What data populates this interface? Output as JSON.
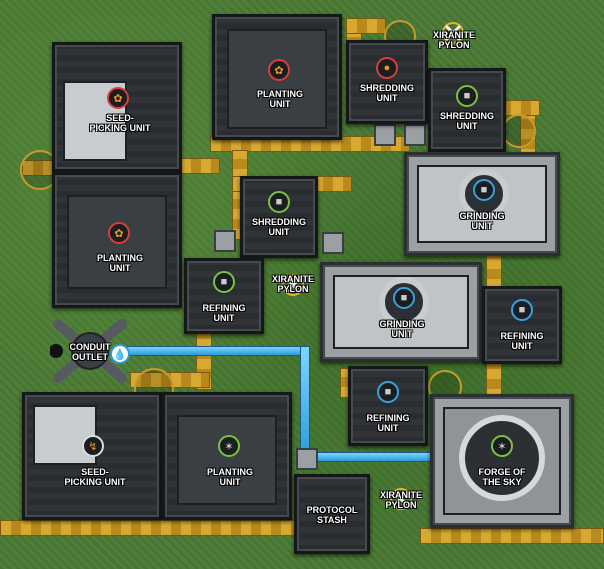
{
  "buildings": {
    "seed_picking_1": {
      "label": "SEED-\nPICKING UNIT",
      "icon": "seed-icon"
    },
    "planting_1": {
      "label": "PLANTING\nUNIT",
      "icon": "sprout-icon"
    },
    "planting_top": {
      "label": "PLANTING\nUNIT",
      "icon": "sprout-icon"
    },
    "shredding_1": {
      "label": "SHREDDING\nUNIT",
      "icon": "ore-icon"
    },
    "shredding_2": {
      "label": "SHREDDING\nUNIT",
      "icon": "ore-icon"
    },
    "shredding_mid": {
      "label": "SHREDDING\nUNIT",
      "icon": "ore-icon"
    },
    "grinding_1": {
      "label": "GRINDING\nUNIT",
      "icon": "cube-icon"
    },
    "grinding_2": {
      "label": "GRINDING\nUNIT",
      "icon": "cube-icon"
    },
    "refining_1": {
      "label": "REFINING\nUNIT",
      "icon": "cube-icon"
    },
    "refining_2": {
      "label": "REFINING\nUNIT",
      "icon": "cube-icon"
    },
    "refining_3": {
      "label": "REFINING\nUNIT",
      "icon": "cube-icon"
    },
    "seed_picking_2": {
      "label": "SEED-\nPICKING UNIT",
      "icon": "seed-icon"
    },
    "planting_2": {
      "label": "PLANTING\nUNIT",
      "icon": "sprout-icon"
    },
    "forge": {
      "label": "FORGE OF\nTHE SKY",
      "icon": "sprout-icon"
    },
    "protocol_stash": {
      "label": "PROTOCOL\nSTASH"
    }
  },
  "pylons": {
    "top": "XIRANITE\nPYLON",
    "middle": "XIRANITE\nPYLON",
    "bottom": "XIRANITE\nPYLON"
  },
  "conduit_outlet": {
    "label": "CONDUIT\nOUTLET",
    "icon": "water-drop-icon"
  },
  "colors": {
    "belt": "#d8a930",
    "pipe": "#2a9ad8",
    "grass": "#4a7a34"
  }
}
